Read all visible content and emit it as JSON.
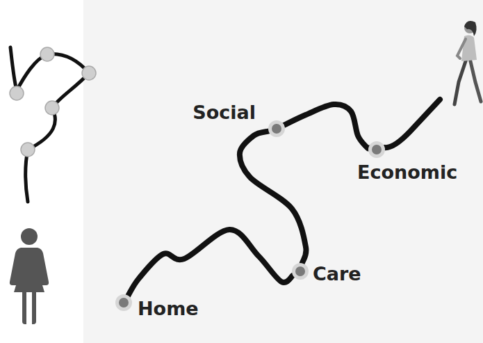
{
  "diagram": {
    "nodes": [
      {
        "text": [
          "Home"
        ]
      },
      {
        "text": [
          "Care"
        ]
      },
      {
        "text": [
          "Social"
        ]
      },
      {
        "text": [
          "Economic"
        ]
      }
    ],
    "edges": [
      {
        "from": 0,
        "to": 1,
        "arrow": "none"
      },
      {
        "from": 1,
        "to": 2,
        "arrow": "none"
      },
      {
        "from": 2,
        "to": 3,
        "arrow": "none"
      }
    ]
  }
}
